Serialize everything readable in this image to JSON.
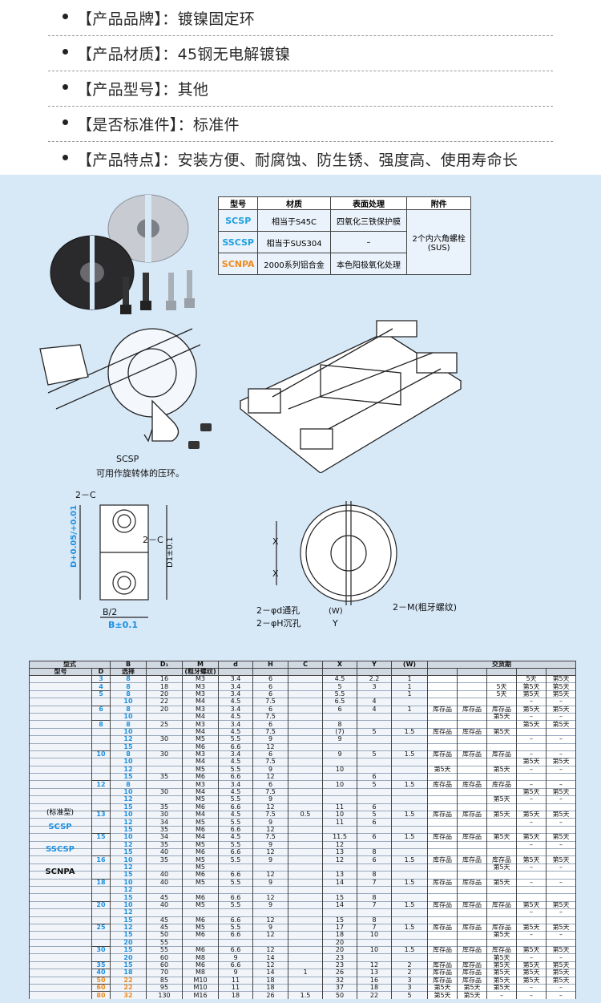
{
  "attributes": [
    "【产品品牌】：镀镍固定环",
    "【产品材质】：45钢无电解镀镍",
    "【产品型号】：其他",
    "【是否标准件】：标准件",
    "【产品特点】：安装方便、耐腐蚀、防生锈、强度高、使用寿命长"
  ],
  "material_table": {
    "headers": [
      "型号",
      "材质",
      "表面处理",
      "附件"
    ],
    "rows": [
      {
        "model": "SCSP",
        "material": "相当于S45C",
        "surface": "四氧化三铁保护膜"
      },
      {
        "model": "SSCSP",
        "material": "相当于SUS304",
        "surface": "–"
      },
      {
        "model": "SCNPA",
        "material": "2000系列铝合金",
        "surface": "本色阳极氧化处理"
      }
    ],
    "accessory": "2个内六角螺栓",
    "accessory_note": "(SUS)"
  },
  "caption_model": "SCSP",
  "caption_text": "可用作旋转体的压环。",
  "drawing_labels": {
    "two_c_top": "2－C",
    "two_c_mid": "2－C",
    "d_tol": "D+0.05/+0.01",
    "d1_tol": "D1±0.1",
    "h_label": "H",
    "d_label": "d",
    "b2": "B/2",
    "b_tol": "B±0.1",
    "x1": "X",
    "x2": "X",
    "phi_d": "2－φd通孔",
    "phi_h": "2－φH沉孔",
    "w": "(W)",
    "y": "Y",
    "thread": "2－M(粗牙螺纹)"
  },
  "spec_table": {
    "header_top": [
      "型式",
      "",
      "B",
      "D₁",
      "M",
      "d",
      "H",
      "C",
      "X",
      "Y",
      "(W)",
      "交货期"
    ],
    "header_sub": [
      "型号",
      "D",
      "选择",
      "",
      "(粗牙螺纹)",
      "",
      "",
      "",
      "",
      "",
      "",
      ""
    ],
    "type_labels": [
      "(标准型)",
      "SCSP",
      "SSCSP",
      "SCNPA"
    ],
    "rows": [
      [
        "3",
        "8",
        "16",
        "M3",
        "3.4",
        "6",
        "",
        "4.5",
        "2.2",
        "1",
        "",
        "",
        "",
        "5天",
        "第5天"
      ],
      [
        "4",
        "8",
        "18",
        "M3",
        "3.4",
        "6",
        "",
        "5",
        "3",
        "1",
        "",
        "",
        "5天",
        "第5天",
        "第5天"
      ],
      [
        "5",
        "8",
        "20",
        "M3",
        "3.4",
        "6",
        "",
        "5.5",
        "",
        "1",
        "",
        "",
        "5天",
        "第5天",
        "第5天"
      ],
      [
        "",
        "10",
        "22",
        "M4",
        "4.5",
        "7.5",
        "",
        "6.5",
        "4",
        "",
        "",
        "",
        "",
        "–",
        "–"
      ],
      [
        "6",
        "8",
        "20",
        "M3",
        "3.4",
        "6",
        "",
        "6",
        "4",
        "1",
        "库存品",
        "库存品",
        "库存品",
        "第5天",
        "第5天"
      ],
      [
        "",
        "10",
        "",
        "M4",
        "4.5",
        "7.5",
        "",
        "",
        "",
        "",
        "",
        "",
        "第5天",
        "–",
        "–"
      ],
      [
        "8",
        "8",
        "25",
        "M3",
        "3.4",
        "6",
        "",
        "8",
        "",
        "",
        "",
        "",
        "",
        "第5天",
        "第5天"
      ],
      [
        "",
        "10",
        "",
        "M4",
        "4.5",
        "7.5",
        "",
        "(7)",
        "5",
        "1.5",
        "库存品",
        "库存品",
        "第5天",
        "",
        ""
      ],
      [
        "",
        "12",
        "30",
        "M5",
        "5.5",
        "9",
        "",
        "9",
        "",
        "",
        "",
        "",
        "",
        "–",
        "–"
      ],
      [
        "",
        "15",
        "",
        "M6",
        "6.6",
        "12",
        "",
        "",
        "",
        "",
        "",
        "",
        "",
        "",
        ""
      ],
      [
        "10",
        "8",
        "30",
        "M3",
        "3.4",
        "6",
        "",
        "9",
        "5",
        "1.5",
        "库存品",
        "库存品",
        "库存品",
        "–",
        "–"
      ],
      [
        "",
        "10",
        "",
        "M4",
        "4.5",
        "7.5",
        "",
        "",
        "",
        "",
        "",
        "",
        "",
        "第5天",
        "第5天"
      ],
      [
        "",
        "12",
        "",
        "M5",
        "5.5",
        "9",
        "",
        "10",
        "",
        "",
        "第5天",
        "",
        "第5天",
        "–",
        "–"
      ],
      [
        "",
        "15",
        "35",
        "M6",
        "6.6",
        "12",
        "",
        "",
        "6",
        "",
        "",
        "",
        "",
        "",
        ""
      ],
      [
        "12",
        "8",
        "",
        "M3",
        "3.4",
        "6",
        "",
        "10",
        "5",
        "1.5",
        "库存品",
        "库存品",
        "库存品",
        "–",
        "–"
      ],
      [
        "",
        "10",
        "30",
        "M4",
        "4.5",
        "7.5",
        "",
        "",
        "",
        "",
        "",
        "",
        "",
        "第5天",
        "第5天"
      ],
      [
        "",
        "12",
        "",
        "M5",
        "5.5",
        "9",
        "",
        "",
        "",
        "",
        "",
        "",
        "第5天",
        "–",
        "–"
      ],
      [
        "",
        "15",
        "35",
        "M6",
        "6.6",
        "12",
        "",
        "11",
        "6",
        "",
        "",
        "",
        "",
        "",
        ""
      ],
      [
        "13",
        "10",
        "30",
        "M4",
        "4.5",
        "7.5",
        "0.5",
        "10",
        "5",
        "1.5",
        "库存品",
        "库存品",
        "第5天",
        "第5天",
        "第5天"
      ],
      [
        "",
        "12",
        "34",
        "M5",
        "5.5",
        "9",
        "",
        "11",
        "6",
        "",
        "",
        "",
        "",
        "–",
        "–"
      ],
      [
        "",
        "15",
        "35",
        "M6",
        "6.6",
        "12",
        "",
        "",
        "",
        "",
        "",
        "",
        "",
        "",
        ""
      ],
      [
        "15",
        "10",
        "34",
        "M4",
        "4.5",
        "7.5",
        "",
        "11.5",
        "6",
        "1.5",
        "库存品",
        "库存品",
        "第5天",
        "第5天",
        "第5天"
      ],
      [
        "",
        "12",
        "35",
        "M5",
        "5.5",
        "9",
        "",
        "12",
        "",
        "",
        "",
        "",
        "",
        "–",
        "–"
      ],
      [
        "",
        "15",
        "40",
        "M6",
        "6.6",
        "12",
        "",
        "13",
        "8",
        "",
        "",
        "",
        "",
        "",
        ""
      ],
      [
        "16",
        "10",
        "35",
        "M5",
        "5.5",
        "9",
        "",
        "12",
        "6",
        "1.5",
        "库存品",
        "库存品",
        "库存品",
        "第5天",
        "第5天"
      ],
      [
        "",
        "12",
        "",
        "M5",
        "",
        "",
        "",
        "",
        "",
        "",
        "",
        "",
        "第5天",
        "–",
        "–"
      ],
      [
        "",
        "15",
        "40",
        "M6",
        "6.6",
        "12",
        "",
        "13",
        "8",
        "",
        "",
        "",
        "",
        "",
        ""
      ],
      [
        "18",
        "10",
        "40",
        "M5",
        "5.5",
        "9",
        "",
        "14",
        "7",
        "1.5",
        "库存品",
        "库存品",
        "第5天",
        "–",
        "–"
      ],
      [
        "",
        "12",
        "",
        "",
        "",
        "",
        "",
        "",
        "",
        "",
        "",
        "",
        "",
        "",
        ""
      ],
      [
        "",
        "15",
        "45",
        "M6",
        "6.6",
        "12",
        "",
        "15",
        "8",
        "",
        "",
        "",
        "",
        "",
        ""
      ],
      [
        "20",
        "10",
        "40",
        "M5",
        "5.5",
        "9",
        "",
        "14",
        "7",
        "1.5",
        "库存品",
        "库存品",
        "库存品",
        "第5天",
        "第5天"
      ],
      [
        "",
        "12",
        "",
        "",
        "",
        "",
        "",
        "",
        "",
        "",
        "",
        "",
        "",
        "–",
        "–"
      ],
      [
        "",
        "15",
        "45",
        "M6",
        "6.6",
        "12",
        "",
        "15",
        "8",
        "",
        "",
        "",
        "",
        "",
        ""
      ],
      [
        "25",
        "12",
        "45",
        "M5",
        "5.5",
        "9",
        "",
        "17",
        "7",
        "1.5",
        "库存品",
        "库存品",
        "库存品",
        "第5天",
        "第5天"
      ],
      [
        "",
        "15",
        "50",
        "M6",
        "6.6",
        "12",
        "",
        "18",
        "10",
        "",
        "",
        "",
        "第5天",
        "–",
        "–"
      ],
      [
        "",
        "20",
        "55",
        "",
        "",
        "",
        "",
        "20",
        "",
        "",
        "",
        "",
        "",
        "",
        ""
      ],
      [
        "30",
        "15",
        "55",
        "M6",
        "6.6",
        "12",
        "",
        "20",
        "10",
        "1.5",
        "库存品",
        "库存品",
        "库存品",
        "第5天",
        "第5天"
      ],
      [
        "",
        "20",
        "60",
        "M8",
        "9",
        "14",
        "",
        "23",
        "",
        "",
        "",
        "",
        "第5天",
        "–",
        "–"
      ],
      [
        "35",
        "15",
        "60",
        "M6",
        "6.6",
        "12",
        "",
        "23",
        "12",
        "2",
        "库存品",
        "库存品",
        "第5天",
        "第5天",
        "第5天"
      ],
      [
        "40",
        "18",
        "70",
        "M8",
        "9",
        "14",
        "1",
        "26",
        "13",
        "2",
        "库存品",
        "库存品",
        "第5天",
        "第5天",
        "第5天"
      ],
      [
        "50",
        "22",
        "85",
        "M10",
        "11",
        "18",
        "",
        "32",
        "16",
        "3",
        "库存品",
        "库存品",
        "第5天",
        "第5天",
        "第5天"
      ],
      [
        "60",
        "22",
        "95",
        "M10",
        "11",
        "18",
        "",
        "37",
        "18",
        "3",
        "第5天",
        "第5天",
        "第5天",
        "–",
        "–"
      ],
      [
        "80",
        "32",
        "130",
        "M16",
        "18",
        "26",
        "1.5",
        "50",
        "22",
        "5",
        "第5天",
        "第5天",
        "–",
        "–",
        "–"
      ]
    ]
  }
}
